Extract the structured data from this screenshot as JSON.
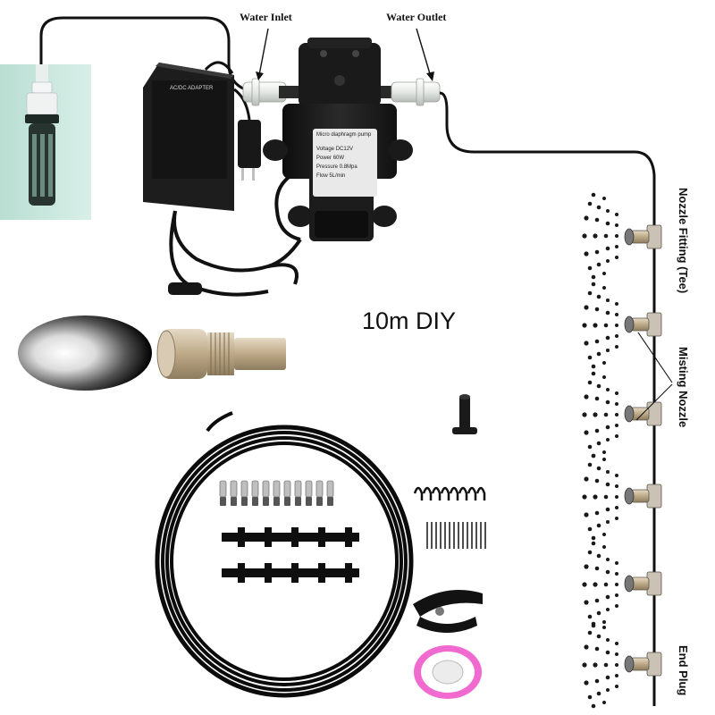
{
  "labels": {
    "water_inlet": "Water Inlet",
    "water_outlet": "Water Outlet",
    "title": "10m DIY",
    "nozzle_fitting": "Nozzle Fitting (Tee)",
    "misting_nozzle": "Misting Nozzle",
    "end_plug": "End Plug"
  },
  "adapter": {
    "label": "AC/DC ADAPTER"
  },
  "pump": {
    "label": "Micro diaphragm pump",
    "specs": [
      {
        "name": "Voltage",
        "value": "DC12V"
      },
      {
        "name": "Power",
        "value": "60W"
      },
      {
        "name": "Pressure",
        "value": "0.8Mpa"
      },
      {
        "name": "Flow",
        "value": "5L/min"
      }
    ]
  },
  "colors": {
    "tube": "#111111",
    "pump_body": "#1c1c1c",
    "filter_bg": "#c8e6dc",
    "fitting": "#e8ece8",
    "nozzle_brass": "#c9b79a",
    "mist_dots": "#1a1a1a",
    "tape_pink": "#f06ad0"
  },
  "icons": {
    "filter": "water-filter-icon",
    "adapter": "power-adapter-icon",
    "pump": "diaphragm-pump-icon",
    "nozzle": "misting-nozzle-icon",
    "tubing": "tubing-coil-icon",
    "cutter": "tube-cutter-icon",
    "tape": "seal-tape-icon"
  }
}
